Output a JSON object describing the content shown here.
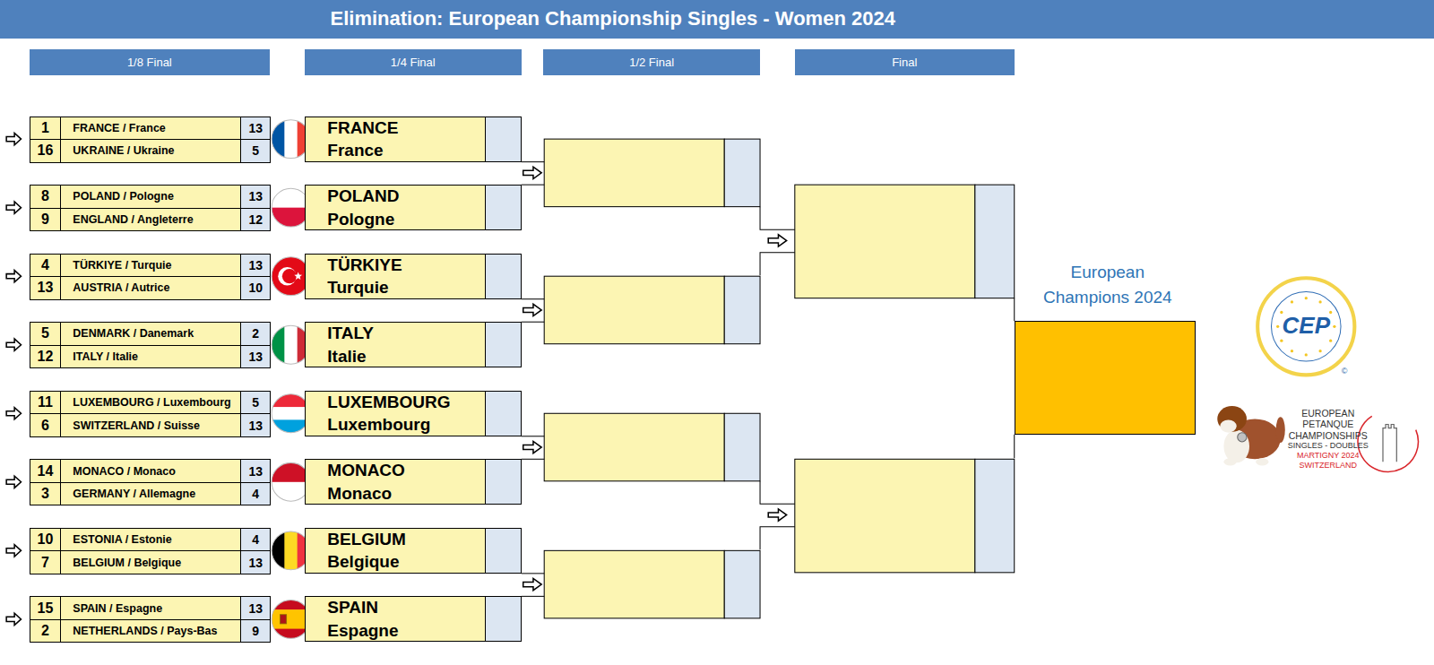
{
  "diagram": {
    "title": "Elimination: European Championship Singles - Women 2024",
    "nodes": [
      {
        "text": [
          "1/8 Final"
        ]
      },
      {
        "text": [
          "1/4 Final"
        ]
      },
      {
        "text": [
          "1/2 Final"
        ]
      },
      {
        "text": [
          "Final"
        ]
      },
      {
        "text": [
          "1",
          "FRANCE / France",
          "13",
          "16",
          "UKRAINE / Ukraine",
          "5"
        ]
      },
      {
        "text": [
          "FRANCE",
          "France"
        ]
      },
      {
        "text": [
          "8",
          "POLAND / Pologne",
          "13",
          "9",
          "ENGLAND / Angleterre",
          "12"
        ]
      },
      {
        "text": [
          "POLAND",
          "Pologne"
        ]
      },
      {
        "text": [
          "4",
          "TÜRKIYE / Turquie",
          "13",
          "13",
          "AUSTRIA / Autrice",
          "10"
        ]
      },
      {
        "text": [
          "TÜRKIYE",
          "Turquie"
        ]
      },
      {
        "text": [
          "5",
          "DENMARK / Danemark",
          "2",
          "12",
          "ITALY / Italie",
          "13"
        ]
      },
      {
        "text": [
          "ITALY",
          "Italie"
        ]
      },
      {
        "text": [
          "11",
          "LUXEMBOURG / Luxembourg",
          "5",
          "6",
          "SWITZERLAND / Suisse",
          "13"
        ]
      },
      {
        "text": [
          "LUXEMBOURG",
          "Luxembourg"
        ]
      },
      {
        "text": [
          "14",
          "MONACO / Monaco",
          "13",
          "3",
          "GERMANY / Allemagne",
          "4"
        ]
      },
      {
        "text": [
          "MONACO",
          "Monaco"
        ]
      },
      {
        "text": [
          "10",
          "ESTONIA / Estonie",
          "4",
          "7",
          "BELGIUM / Belgique",
          "13"
        ]
      },
      {
        "text": [
          "BELGIUM",
          "Belgique"
        ]
      },
      {
        "text": [
          "15",
          "SPAIN / Espagne",
          "13",
          "2",
          "NETHERLANDS / Pays-Bas",
          "9"
        ]
      },
      {
        "text": [
          "SPAIN",
          "Espagne"
        ]
      },
      {
        "text": [
          "European Champions 2024"
        ]
      }
    ],
    "labels": [
      "CEP",
      "©",
      "EUROPEAN",
      "PETANQUE",
      "CHAMPIONSHIPS",
      "SINGLES - DOUBLES",
      "MARTIGNY 2024",
      "SWITZERLAND"
    ]
  }
}
